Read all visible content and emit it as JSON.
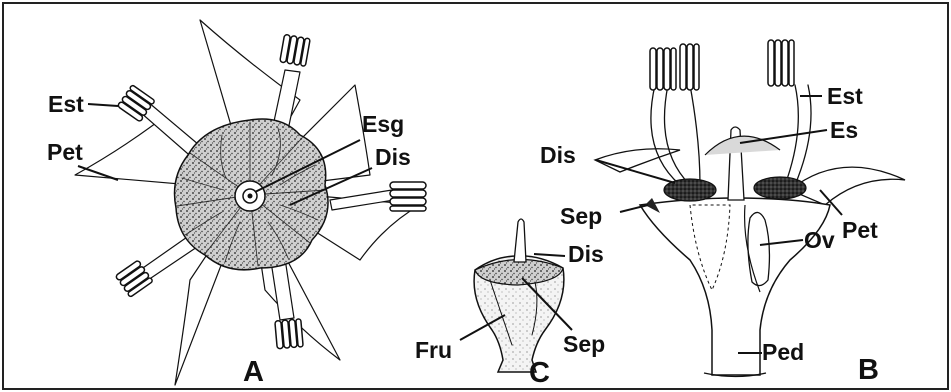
{
  "figure": {
    "panels": [
      {
        "id": "A",
        "label": "A",
        "part_labels": [
          "Est",
          "Esg",
          "Pet",
          "Dis"
        ]
      },
      {
        "id": "C",
        "label": "C",
        "part_labels": [
          "Dis",
          "Fru",
          "Sep"
        ]
      },
      {
        "id": "B",
        "label": "B",
        "part_labels": [
          "Est",
          "Es",
          "Dis",
          "Sep",
          "Ov",
          "Pet",
          "Ped"
        ]
      }
    ]
  }
}
